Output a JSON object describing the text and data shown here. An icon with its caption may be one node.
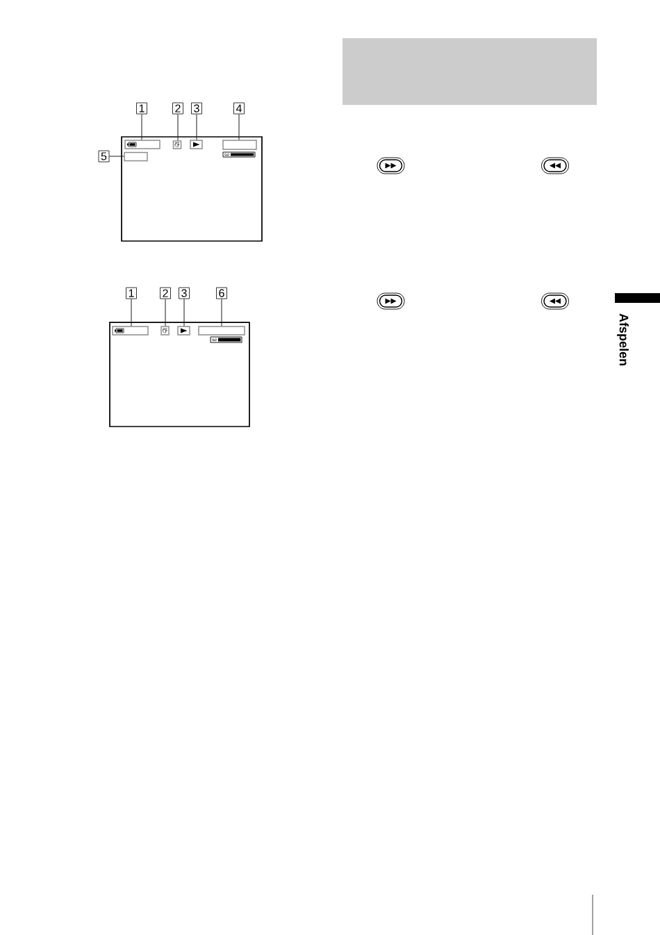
{
  "diagram": {
    "nodes": [
      {
        "text": [
          "1"
        ]
      },
      {
        "text": [
          "2"
        ]
      },
      {
        "text": [
          "3"
        ]
      },
      {
        "text": [
          "4"
        ]
      },
      {
        "text": [],
        "shape": "box"
      },
      {
        "text": [],
        "shape": "box",
        "in": 4
      },
      {
        "text": [],
        "shape": "picture",
        "in": 4
      },
      {
        "text": [],
        "shape": "picture",
        "in": 4
      },
      {
        "text": [],
        "shape": "box",
        "in": 4
      },
      {
        "text": [
          "5"
        ]
      },
      {
        "text": [],
        "shape": "box",
        "in": 4
      },
      {
        "text": [
          "1"
        ]
      },
      {
        "text": [
          "2"
        ]
      },
      {
        "text": [
          "3"
        ]
      },
      {
        "text": [
          "6"
        ]
      },
      {
        "text": [],
        "shape": "box"
      },
      {
        "text": [],
        "shape": "box",
        "in": 15
      },
      {
        "text": [],
        "shape": "picture",
        "in": 15
      },
      {
        "text": [],
        "shape": "picture",
        "in": 15
      },
      {
        "text": [],
        "shape": "box",
        "in": 15
      },
      {
        "text": [],
        "shape": "box"
      }
    ],
    "edges": [
      {
        "from": 0,
        "to": 5,
        "arrow": "none"
      },
      {
        "from": 1,
        "to": 6,
        "arrow": "none"
      },
      {
        "from": 2,
        "to": 7,
        "arrow": "none"
      },
      {
        "from": 3,
        "to": 8,
        "arrow": "none"
      },
      {
        "from": 9,
        "to": 10,
        "arrow": "none"
      },
      {
        "from": 11,
        "to": 16,
        "arrow": "none"
      },
      {
        "from": 12,
        "to": 17,
        "arrow": "none"
      },
      {
        "from": 13,
        "to": 18,
        "arrow": "none"
      },
      {
        "from": 14,
        "to": 19,
        "arrow": "none"
      }
    ],
    "labels": [
      "Afspelen"
    ]
  }
}
